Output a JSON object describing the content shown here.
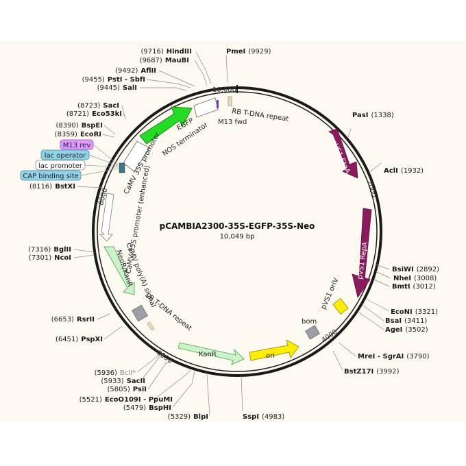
{
  "plasmid": {
    "name": "pCAMBIA2300-35S-EGFP-35S-Neo",
    "size_label": "10,049 bp",
    "length": 10049
  },
  "colors": {
    "panel_bg": "#fbf9f0",
    "backbone": "#1a1a1a",
    "egfp": "#22dd22",
    "pvs1": "#8b1a5e",
    "ori": "#ffee00",
    "neo": "#c8f5c8",
    "promoter": "#ffffff",
    "grey_box": "#9aa0a6",
    "m13rev": "#dd99ff",
    "lac_operator": "#8fd3e8",
    "cap_site": "#8fd3e8"
  },
  "ticks": [
    "10,000",
    "2000",
    "4000",
    "6000",
    "8000"
  ],
  "sites": [
    {
      "name": "PmeI",
      "pos": "(9929)"
    },
    {
      "name": "HindIII",
      "pos": "(9716)"
    },
    {
      "name": "MauBI",
      "pos": "(9687)"
    },
    {
      "name": "AflII",
      "pos": "(9492)"
    },
    {
      "name": "PstI - SbfI",
      "pos": "(9455)"
    },
    {
      "name": "SalI",
      "pos": "(9445)"
    },
    {
      "name": "SacI",
      "pos": "(8723)"
    },
    {
      "name": "Eco53kI",
      "pos": "(8721)"
    },
    {
      "name": "BspEI",
      "pos": "(8390)"
    },
    {
      "name": "EcoRI",
      "pos": "(8359)"
    },
    {
      "name": "BstXI",
      "pos": "(8116)"
    },
    {
      "name": "PasI",
      "pos": "(1338)"
    },
    {
      "name": "AclI",
      "pos": "(1932)"
    },
    {
      "name": "BsiWI",
      "pos": "(2892)"
    },
    {
      "name": "NheI",
      "pos": "(3008)"
    },
    {
      "name": "BmtI",
      "pos": "(3012)"
    },
    {
      "name": "EcoNI",
      "pos": "(3321)"
    },
    {
      "name": "BsaI",
      "pos": "(3411)"
    },
    {
      "name": "AgeI",
      "pos": "(3502)"
    },
    {
      "name": "MreI - SgrAI",
      "pos": "(3790)"
    },
    {
      "name": "BstZ17I",
      "pos": "(3992)"
    },
    {
      "name": "SspI",
      "pos": "(4983)"
    },
    {
      "name": "BlpI",
      "pos": "(5329)"
    },
    {
      "name": "BspHI",
      "pos": "(5479)"
    },
    {
      "name": "EcoO109I - PpuMI",
      "pos": "(5521)"
    },
    {
      "name": "PsiI",
      "pos": "(5805)"
    },
    {
      "name": "SacII",
      "pos": "(5933)"
    },
    {
      "name": "BclI*",
      "pos": "(5936)"
    },
    {
      "name": "PspXI",
      "pos": "(6451)"
    },
    {
      "name": "RsrII",
      "pos": "(6653)"
    },
    {
      "name": "NcoI",
      "pos": "(7301)"
    },
    {
      "name": "BglII",
      "pos": "(7316)"
    }
  ],
  "features": {
    "rb_tdna": "RB T-DNA repeat",
    "m13_fwd": "M13 fwd",
    "egfp": "EGFP",
    "nos_term": "NOS terminator",
    "camv35s_1": "CaMV 35S promoter",
    "camv35s_2": "CaMV 35S promoter (enhanced)",
    "camv_polya": "CaMV poly(A) signal",
    "neo": "NeoR/KanR",
    "lb_tdna": "LB T-DNA repeat",
    "kanr": "KanR",
    "ori": "ori",
    "bom": "bom",
    "pvs1_orív": "pVS1 oriV",
    "pvs1_repa": "pVS1 RepA",
    "pvs1_staa": "pVS1 StaA"
  },
  "boxed_labels": {
    "m13_rev": "M13 rev",
    "lac_operator": "lac operator",
    "lac_promoter": "lac promoter",
    "cap_site": "CAP binding site"
  }
}
